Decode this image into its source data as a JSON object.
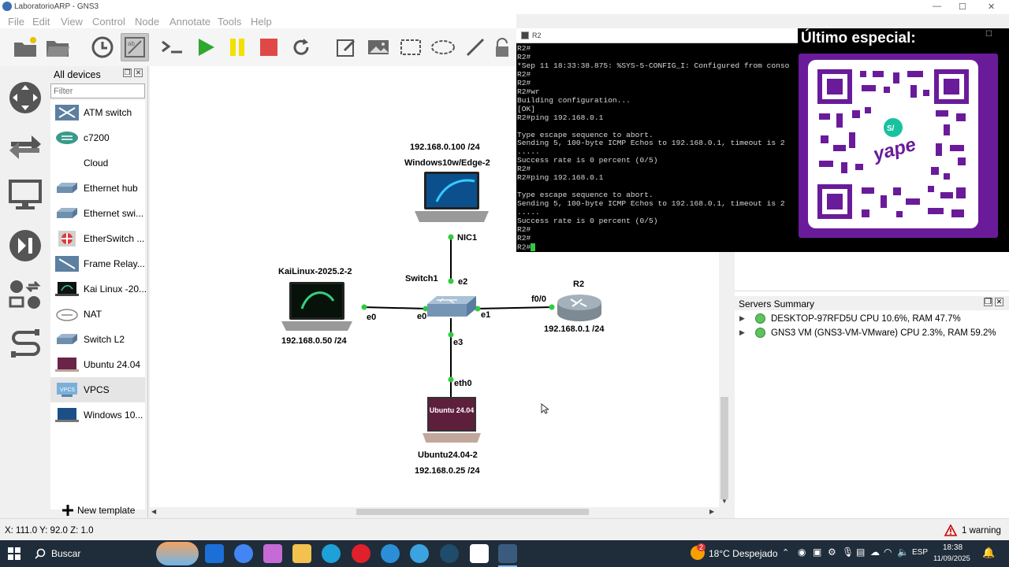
{
  "window": {
    "title": "LaboratorioARP - GNS3"
  },
  "menu": [
    "File",
    "Edit",
    "View",
    "Control",
    "Node",
    "Annotate",
    "Tools",
    "Help"
  ],
  "devices_panel": {
    "title": "All devices",
    "filter_placeholder": "Filter",
    "items": [
      "ATM switch",
      "c7200",
      "Cloud",
      "Ethernet hub",
      "Ethernet swi...",
      "EtherSwitch ...",
      "Frame Relay...",
      "Kai Linux -20...",
      "NAT",
      "Switch L2",
      "Ubuntu 24.04",
      "VPCS",
      "Windows 10..."
    ],
    "new_template": "New template"
  },
  "topology": {
    "windows": {
      "ip": "192.168.0.100 /24",
      "name": "Windows10w/Edge-2",
      "port": "NIC1"
    },
    "kali": {
      "name": "KaiLinux-2025.2-2",
      "ip": "192.168.0.50 /24",
      "port": "e0"
    },
    "switch": {
      "name": "Switch1",
      "ports": {
        "e0": "e0",
        "e1": "e1",
        "e2": "e2",
        "e3": "e3"
      }
    },
    "router": {
      "name": "R2",
      "port": "f0/0",
      "ip": "192.168.0.1 /24"
    },
    "ubuntu": {
      "name": "Ubuntu24.04-2",
      "ip": "192.168.0.25 /24",
      "port": "eth0",
      "screen_text": "Ubuntu 24.04"
    }
  },
  "console": {
    "title": "R2",
    "lines": [
      "R2#",
      "R2#",
      "*Sep 11 18:33:38.875: %SYS-5-CONFIG_I: Configured from conso",
      "R2#",
      "R2#",
      "R2#wr",
      "Building configuration...",
      "[OK]",
      "R2#ping 192.168.0.1",
      "",
      "Type escape sequence to abort.",
      "Sending 5, 100-byte ICMP Echos to 192.168.0.1, timeout is 2",
      ".....",
      "Success rate is 0 percent (0/5)",
      "R2#",
      "R2#ping 192.168.0.1",
      "",
      "Type escape sequence to abort.",
      "Sending 5, 100-byte ICMP Echos to 192.168.0.1, timeout is 2",
      ".....",
      "Success rate is 0 percent (0/5)",
      "R2#",
      "R2#"
    ],
    "prompt": "R2#"
  },
  "promo": {
    "title": "Último especial:",
    "brand": "yape"
  },
  "servers": {
    "title": "Servers Summary",
    "items": [
      "DESKTOP-97RFD5U CPU 10.6%, RAM 47.7%",
      "GNS3 VM (GNS3-VM-VMware) CPU 2.3%, RAM 59.2%"
    ]
  },
  "statusbar": {
    "coords": "X: 111.0 Y: 92.0 Z: 1.0",
    "warning": "1 warning"
  },
  "taskbar": {
    "search": "Buscar",
    "weather": "18°C Despejado",
    "weather_badge": "2",
    "lang": "ESP",
    "time": "18:38",
    "date": "11/09/2025"
  },
  "colors": {
    "accent": "#3a6fb0",
    "link_green": "#2ecc40",
    "promo_purple": "#6a1b9a",
    "console_bg": "#000000",
    "taskbar": "#1f2c3a"
  }
}
